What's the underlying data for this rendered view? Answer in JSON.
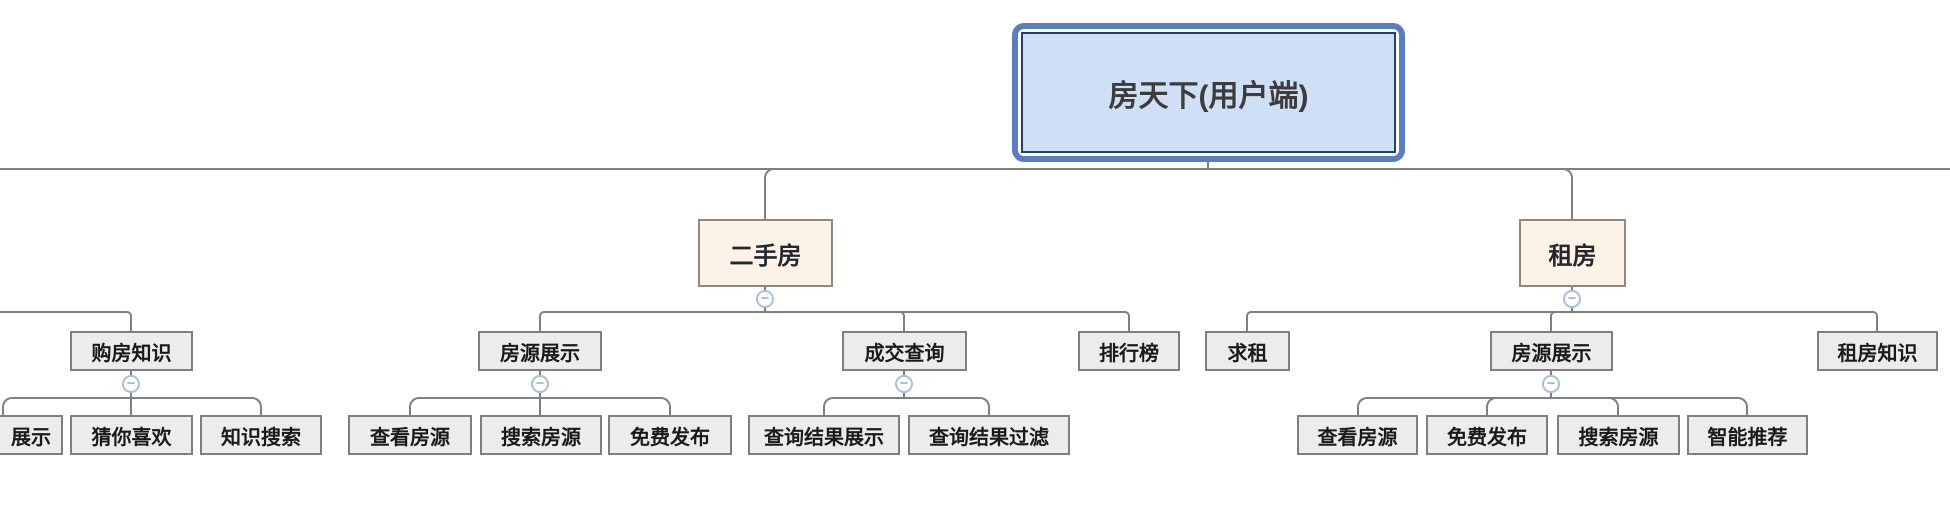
{
  "mindmap": {
    "root": {
      "label": "房天下(用户端)"
    },
    "branches": [
      {
        "label": "二手房",
        "children": [
          {
            "label": "房源展示",
            "children": [
              {
                "label": "查看房源"
              },
              {
                "label": "搜索房源"
              },
              {
                "label": "免费发布"
              }
            ]
          },
          {
            "label": "成交查询",
            "children": [
              {
                "label": "查询结果展示"
              },
              {
                "label": "查询结果过滤"
              }
            ]
          },
          {
            "label": "排行榜",
            "children": []
          }
        ]
      },
      {
        "label": "租房",
        "children": [
          {
            "label": "求租",
            "children": []
          },
          {
            "label": "房源展示",
            "children": [
              {
                "label": "查看房源"
              },
              {
                "label": "免费发布"
              },
              {
                "label": "搜索房源"
              },
              {
                "label": "智能推荐"
              }
            ]
          },
          {
            "label": "租房知识",
            "children": []
          }
        ]
      }
    ],
    "clipped_branch": {
      "label": "购房知识",
      "children": [
        {
          "label": "展示"
        },
        {
          "label": "猜你喜欢"
        },
        {
          "label": "知识搜索"
        }
      ]
    },
    "collapse_icon": "−"
  },
  "colors": {
    "background": "#ffffff",
    "connector": "#808080",
    "root_fill": "#cfe0f6",
    "root_outer_border": "#5b7dc4",
    "root_inner_border": "#24406e",
    "branch_fill": "#fdf2e7",
    "branch_border": "#8f897c",
    "node_fill": "#ececec",
    "node_border": "#7f7f7f",
    "collapse_border": "#a6c0e4",
    "collapse_glyph": "#7287ae",
    "text": "#1a1a1a"
  }
}
